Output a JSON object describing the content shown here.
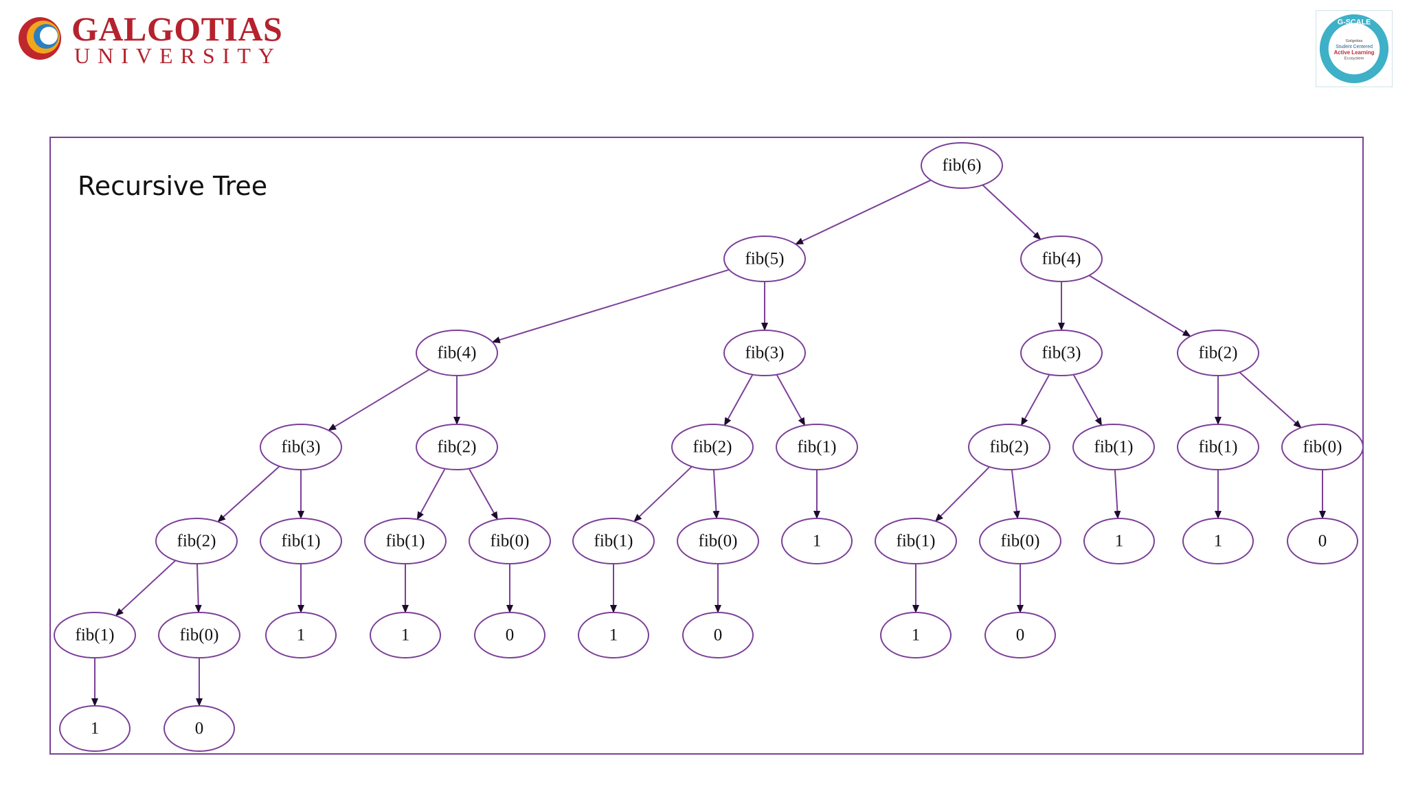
{
  "header": {
    "logo_name": "GALGOTIAS",
    "logo_sub": "UNIVERSITY",
    "badge": {
      "ring_text": "G-SCALE",
      "line1": "Galgotias",
      "line2": "Student Centered",
      "line3": "Active Learning",
      "line4": "Ecosystem"
    }
  },
  "diagram": {
    "title": "Recursive Tree",
    "colors": {
      "edge": "#7b3f98",
      "arrow": "#1e0b2e",
      "node_border": "#7b3f98",
      "frame": "#7b3f98"
    },
    "nodes": [
      {
        "id": "n0",
        "label": "fib(6)"
      },
      {
        "id": "n1",
        "label": "fib(5)"
      },
      {
        "id": "n2",
        "label": "fib(4)"
      },
      {
        "id": "n3",
        "label": "fib(4)"
      },
      {
        "id": "n4",
        "label": "fib(3)"
      },
      {
        "id": "n5",
        "label": "fib(3)"
      },
      {
        "id": "n6",
        "label": "fib(2)"
      },
      {
        "id": "n7",
        "label": "fib(3)"
      },
      {
        "id": "n8",
        "label": "fib(2)"
      },
      {
        "id": "n9",
        "label": "fib(2)"
      },
      {
        "id": "n10",
        "label": "fib(1)"
      },
      {
        "id": "n11",
        "label": "fib(2)"
      },
      {
        "id": "n12",
        "label": "fib(1)"
      },
      {
        "id": "n13",
        "label": "fib(1)"
      },
      {
        "id": "n14",
        "label": "fib(0)"
      },
      {
        "id": "n15",
        "label": "fib(2)"
      },
      {
        "id": "n16",
        "label": "fib(1)"
      },
      {
        "id": "n17",
        "label": "fib(1)"
      },
      {
        "id": "n18",
        "label": "fib(0)"
      },
      {
        "id": "n19",
        "label": "fib(1)"
      },
      {
        "id": "n20",
        "label": "fib(0)"
      },
      {
        "id": "n21",
        "label": "1"
      },
      {
        "id": "n22",
        "label": "fib(1)"
      },
      {
        "id": "n23",
        "label": "fib(0)"
      },
      {
        "id": "n24",
        "label": "1"
      },
      {
        "id": "n25",
        "label": "1"
      },
      {
        "id": "n26",
        "label": "0"
      },
      {
        "id": "n27",
        "label": "fib(1)"
      },
      {
        "id": "n28",
        "label": "fib(0)"
      },
      {
        "id": "n29",
        "label": "1"
      },
      {
        "id": "n30",
        "label": "1"
      },
      {
        "id": "n31",
        "label": "0"
      },
      {
        "id": "n32",
        "label": "1"
      },
      {
        "id": "n33",
        "label": "0"
      },
      {
        "id": "n34",
        "label": "1"
      },
      {
        "id": "n35",
        "label": "0"
      },
      {
        "id": "n36",
        "label": "1"
      },
      {
        "id": "n37",
        "label": "0"
      }
    ],
    "edges": [
      [
        "n0",
        "n1"
      ],
      [
        "n0",
        "n3"
      ],
      [
        "n1",
        "n2"
      ],
      [
        "n1",
        "n4"
      ],
      [
        "n3",
        "n5"
      ],
      [
        "n3",
        "n6"
      ],
      [
        "n2",
        "n7"
      ],
      [
        "n2",
        "n8"
      ],
      [
        "n4",
        "n9"
      ],
      [
        "n4",
        "n10"
      ],
      [
        "n5",
        "n11"
      ],
      [
        "n5",
        "n12"
      ],
      [
        "n6",
        "n13"
      ],
      [
        "n6",
        "n14"
      ],
      [
        "n7",
        "n15"
      ],
      [
        "n7",
        "n16"
      ],
      [
        "n8",
        "n17"
      ],
      [
        "n8",
        "n18"
      ],
      [
        "n9",
        "n19"
      ],
      [
        "n9",
        "n20"
      ],
      [
        "n10",
        "n21"
      ],
      [
        "n11",
        "n22"
      ],
      [
        "n11",
        "n23"
      ],
      [
        "n12",
        "n24"
      ],
      [
        "n13",
        "n25"
      ],
      [
        "n14",
        "n26"
      ],
      [
        "n15",
        "n27"
      ],
      [
        "n15",
        "n28"
      ],
      [
        "n16",
        "n29"
      ],
      [
        "n17",
        "n30"
      ],
      [
        "n18",
        "n31"
      ],
      [
        "n19",
        "n32"
      ],
      [
        "n20",
        "n33"
      ],
      [
        "n22",
        "n34"
      ],
      [
        "n23",
        "n35"
      ],
      [
        "n27",
        "n36"
      ],
      [
        "n28",
        "n37"
      ]
    ]
  }
}
